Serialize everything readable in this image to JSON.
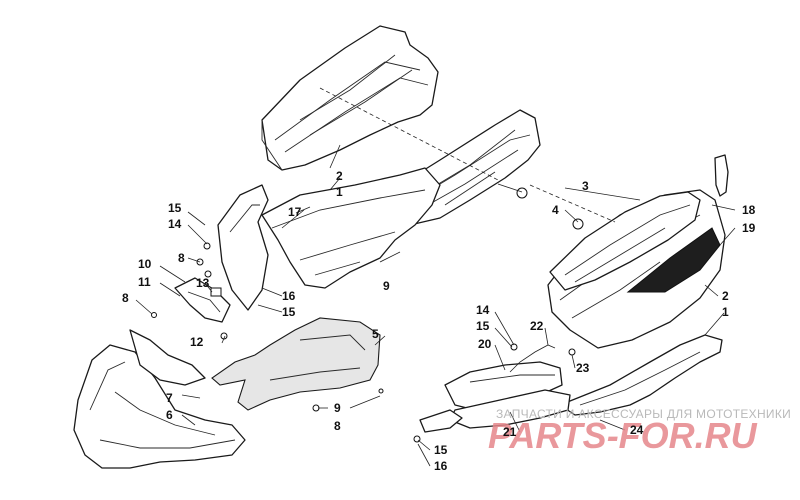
{
  "callouts": {
    "c1a": "1",
    "c1b": "1",
    "c2a": "2",
    "c2b": "2",
    "c3": "3",
    "c4": "4",
    "c5": "5",
    "c6": "6",
    "c7": "7",
    "c8a": "8",
    "c8b": "8",
    "c8c": "8",
    "c9a": "9",
    "c9b": "9",
    "c10": "10",
    "c11": "11",
    "c12": "12",
    "c13": "13",
    "c14a": "14",
    "c14b": "14",
    "c15a": "15",
    "c15b": "15",
    "c15c": "15",
    "c15d": "15",
    "c16a": "16",
    "c16b": "16",
    "c17": "17",
    "c18": "18",
    "c19": "19",
    "c20": "20",
    "c21": "21",
    "c22": "22",
    "c23": "23",
    "c24": "24"
  },
  "watermark": {
    "tagline": "ЗАПЧАСТИ И АКСЕССУАРЫ ДЛЯ МОТОТЕХНИКИ",
    "logo": "PARTS-FOR.RU"
  }
}
